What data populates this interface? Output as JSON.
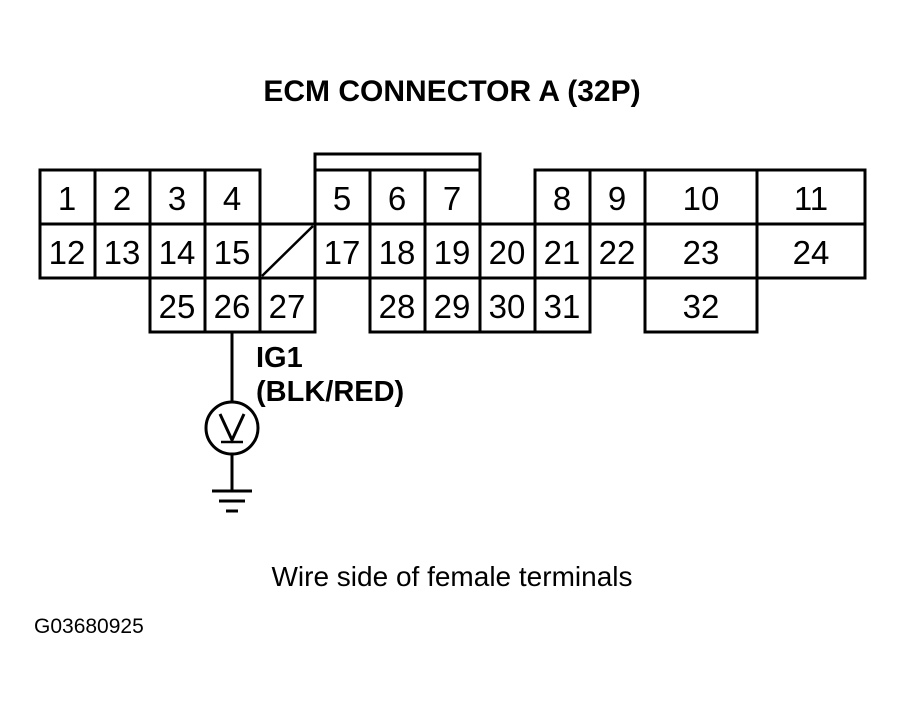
{
  "title": "ECM CONNECTOR A (32P)",
  "connector": {
    "pins": {
      "p1": "1",
      "p2": "2",
      "p3": "3",
      "p4": "4",
      "p5": "5",
      "p6": "6",
      "p7": "7",
      "p8": "8",
      "p9": "9",
      "p10": "10",
      "p11": "11",
      "p12": "12",
      "p13": "13",
      "p14": "14",
      "p15": "15",
      "p17": "17",
      "p18": "18",
      "p19": "19",
      "p20": "20",
      "p21": "21",
      "p22": "22",
      "p23": "23",
      "p24": "24",
      "p25": "25",
      "p26": "26",
      "p27": "27",
      "p28": "28",
      "p29": "29",
      "p30": "30",
      "p31": "31",
      "p32": "32"
    }
  },
  "wire": {
    "name": "IG1",
    "color": "(BLK/RED)",
    "pin": "26"
  },
  "meter": {
    "icon": "voltmeter-icon",
    "symbol": "V"
  },
  "ground": {
    "icon": "ground-icon"
  },
  "caption": "Wire side of female terminals",
  "code": "G03680925"
}
